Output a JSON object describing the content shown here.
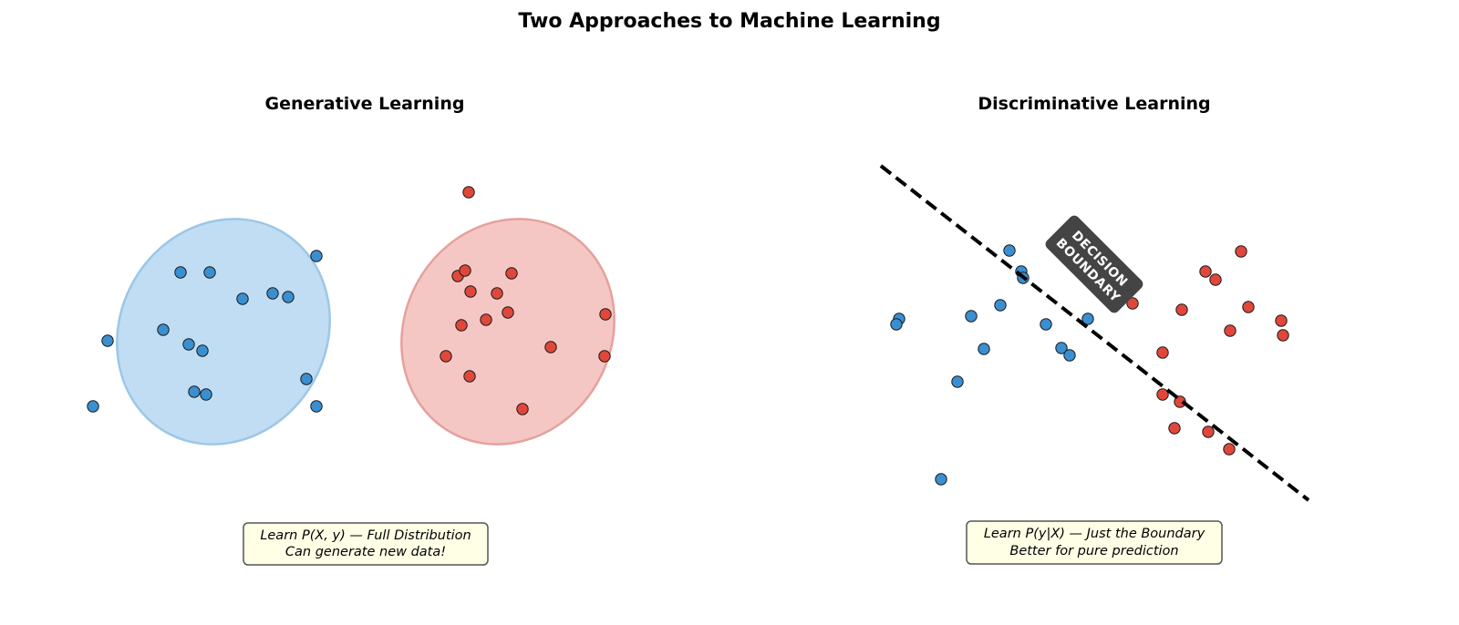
{
  "title": "Two Approaches to Machine Learning",
  "colors": {
    "class_a": "#3a8fd1",
    "class_b": "#e0473b",
    "ellipse_a_fill": "#c0ddf3",
    "ellipse_a_stroke": "#9cc7e6",
    "ellipse_b_fill": "#f5c7c4",
    "ellipse_b_stroke": "#e5a19c",
    "caption_fill": "#ffffe6",
    "label_box": "#444444"
  },
  "generative": {
    "title": "Generative Learning",
    "caption_line1": "Learn P(X, y) — Full Distribution",
    "caption_line2": "Can generate new data!"
  },
  "discriminative": {
    "title": "Discriminative Learning",
    "caption_line1": "Learn P(y|X) — Just the Boundary",
    "caption_line2": "Better for pure prediction",
    "boundary_label_line1": "DECISION",
    "boundary_label_line2": "BOUNDARY"
  }
}
